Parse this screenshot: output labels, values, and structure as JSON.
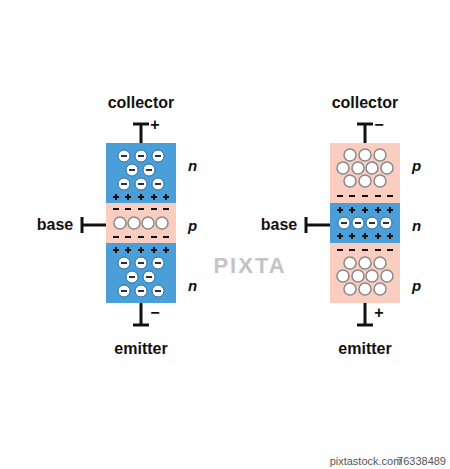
{
  "diagram": {
    "nodes": [
      {
        "text": [
          "n"
        ]
      },
      {
        "text": [
          "p"
        ]
      },
      {
        "text": [
          "n"
        ]
      },
      {
        "text": [
          "p"
        ]
      },
      {
        "text": [
          "n"
        ]
      },
      {
        "text": [
          "p"
        ]
      }
    ],
    "labels": [
      "collector",
      "+",
      "base",
      "emitter",
      "−",
      "collector",
      "−",
      "base",
      "emitter",
      "+",
      "PIXTA",
      "pixtastock.com",
      "76338489"
    ]
  }
}
